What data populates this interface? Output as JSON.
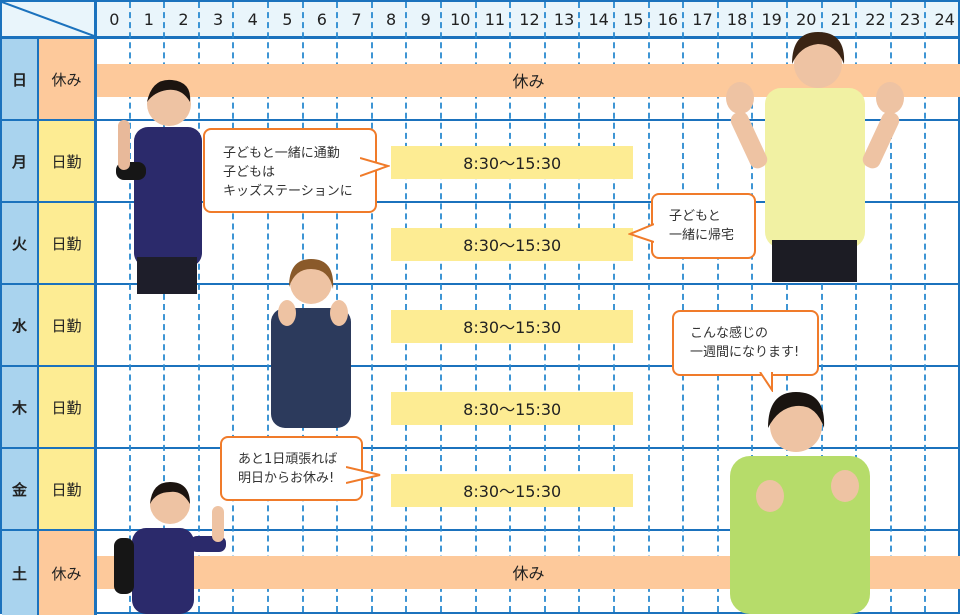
{
  "hours": [
    "0",
    "1",
    "2",
    "3",
    "4",
    "5",
    "6",
    "7",
    "8",
    "9",
    "10",
    "11",
    "12",
    "13",
    "14",
    "15",
    "16",
    "17",
    "18",
    "19",
    "20",
    "21",
    "22",
    "23",
    "24"
  ],
  "rows": [
    {
      "day": "日",
      "type": "休み",
      "type_kind": "off",
      "bar": {
        "label": "休み",
        "start": 0,
        "end": 25
      }
    },
    {
      "day": "月",
      "type": "日勤",
      "type_kind": "day",
      "bar": {
        "label": "8:30〜15:30",
        "start": 8.5,
        "end": 15.5
      }
    },
    {
      "day": "火",
      "type": "日勤",
      "type_kind": "day",
      "bar": {
        "label": "8:30〜15:30",
        "start": 8.5,
        "end": 15.5
      }
    },
    {
      "day": "水",
      "type": "日勤",
      "type_kind": "day",
      "bar": {
        "label": "8:30〜15:30",
        "start": 8.5,
        "end": 15.5
      }
    },
    {
      "day": "木",
      "type": "日勤",
      "type_kind": "day",
      "bar": {
        "label": "8:30〜15:30",
        "start": 8.5,
        "end": 15.5
      }
    },
    {
      "day": "金",
      "type": "日勤",
      "type_kind": "day",
      "bar": {
        "label": "8:30〜15:30",
        "start": 8.5,
        "end": 15.5
      }
    },
    {
      "day": "土",
      "type": "休み",
      "type_kind": "off",
      "bar": {
        "label": "休み",
        "start": 0,
        "end": 25
      }
    }
  ],
  "bubbles": {
    "mon": "子どもと一緒に通勤\n子どもは\nキッズステーションに",
    "tue": "子どもと\n一緒に帰宅",
    "week": "こんな感じの\n一週間になります!",
    "fri": "あと1日頑張れば\n明日からお休み!"
  },
  "colors": {
    "border": "#1b72bd",
    "off": "#fdc99b",
    "day": "#fdec93",
    "header": "#e9f5fb",
    "daycol": "#a9d3ee",
    "bubble_border": "#f07b2a"
  }
}
